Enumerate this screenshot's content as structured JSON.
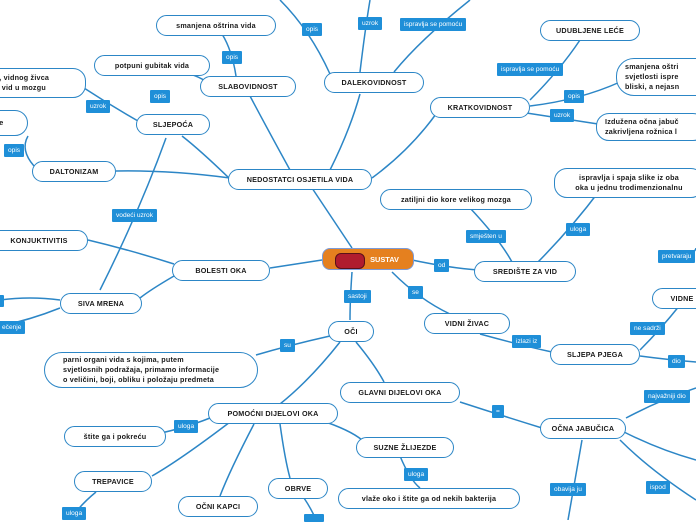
{
  "root": {
    "label": "SUSTAV"
  },
  "nodes": {
    "nedostatci": "NEDOSTATCI OSJETILA VIDA",
    "sljepoca": "SLJEPOĆA",
    "slabovidnost": "SLABOVIDNOST",
    "smanjena_ostrina": "smanjena oštrina vida",
    "potpuni_gubitak": "potpuni gubitak vida",
    "sljepoca_desc_1": "a, vidnog živca",
    "sljepoca_desc_2": "n vid u mozgu",
    "daltonizam": "DALTONIZAM",
    "dalt_desc": "će",
    "dalekovidnost": "DALEKOVIDNOST",
    "kratkovidnost": "KRATKOVIDNOST",
    "udubljene": "UDUBLJENE LEĆE",
    "krat_opis_1": "smanjena oštri",
    "krat_opis_2": "svjetlosti ispre",
    "krat_opis_3": "bliski, a nejasn",
    "krat_uzrok_1": "Izdužena očna jabuč",
    "krat_uzrok_2": "zakrivljena rožnica l",
    "zatiljni": "zatiljni dio kore velikog mozga",
    "ispravlja_1": "ispravlja i spaja slike iz oba",
    "ispravlja_2": "oka u jednu trodimenzionalnu",
    "srediste": "SREDIŠTE ZA VID",
    "bolesti": "BOLESTI OKA",
    "konjuktivitis": "KONJUKTIVITIS",
    "siva_mrena": "SIVA MRENA",
    "oci": "OČI",
    "oci_desc_1": "parni organi vida s kojima, putem",
    "oci_desc_2": "svjetlosnih podražaja, primamo informacije",
    "oci_desc_3": "o veličini, boji, obliku i položaju predmeta",
    "vidni_zivac": "VIDNI ŽIVAC",
    "sljepa_pjega": "SLJEPA PJEGA",
    "vidne": "VIDNE",
    "glavni": "GLAVNI DIJELOVI OKA",
    "pomocni": "POMOĆNI DIJELOVI OKA",
    "stiti": "štite ga i pokreću",
    "trepavice": "TREPAVICE",
    "ocni_kapci": "OČNI KAPCI",
    "obrve": "OBRVE",
    "suzne": "SUZNE ŽLIJEZDE",
    "vlaze": "vlaže oko i štite ga od nekih bakterija",
    "ocna_jabucica": "OČNA JABUČICA"
  },
  "tags": {
    "opis_top": "opis",
    "uzrok_top": "uzrok",
    "ispravlja_top": "ispravlja se pomoću",
    "opis_slab": "opis",
    "opis_sljep": "opis",
    "uzrok_sljep": "uzrok",
    "opis_dalt": "opis",
    "ispravlja_krat": "ispravlja se pomoću",
    "opis_krat": "opis",
    "uzrok_krat": "uzrok",
    "smjesten": "smješten u",
    "uloga_sred": "uloga",
    "vodeci": "vodeći uzrok",
    "od": "od",
    "se": "se",
    "sastoji": "sastoji",
    "su": "su",
    "izlazi": "izlazi iz",
    "ne_sadrzi": "ne sadrži",
    "dio": "dio",
    "pretvaraju": "pretvaraju",
    "eq": "=",
    "najvazniji": "najvažniji dio",
    "uloga_pom": "uloga",
    "uloga_suz": "uloga",
    "uloga_trep": "uloga",
    "obavija": "obavija ju",
    "ispod": "ispod",
    "cenje": "ečenje"
  }
}
